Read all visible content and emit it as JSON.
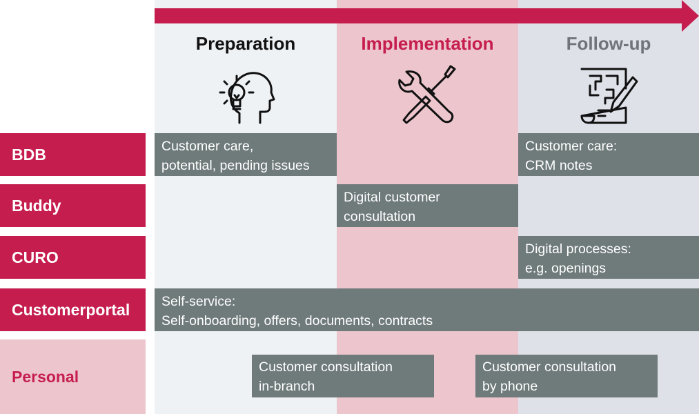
{
  "colors": {
    "accent": "#c51d4e",
    "prep_bg": "#eef2f5",
    "impl_bg": "#edc6cd",
    "follow_bg": "#dfe1e9",
    "box": "#6f7a7b",
    "follow_title": "#707478"
  },
  "phases": {
    "prep": {
      "title": "Preparation",
      "icon": "lightbulb-head-icon"
    },
    "impl": {
      "title": "Implementation",
      "icon": "wrench-screwdriver-icon"
    },
    "follow": {
      "title": "Follow-up",
      "icon": "notes-pencil-icon"
    }
  },
  "rows": {
    "bdb": "BDB",
    "buddy": "Buddy",
    "curo": "CURO",
    "portal": "Customerportal",
    "personal": "Personal"
  },
  "boxes": {
    "bdb_prep": [
      "Customer care,",
      "potential, pending issues"
    ],
    "bdb_follow": [
      "Customer care:",
      "CRM notes"
    ],
    "buddy_impl": [
      "Digital customer",
      "consultation"
    ],
    "curo_follow": [
      "Digital processes:",
      "e.g. openings"
    ],
    "portal": [
      "Self-service:",
      "Self-onboarding, offers, documents, contracts"
    ],
    "personal_branch": [
      "Customer consultation",
      "in-branch"
    ],
    "personal_phone": [
      "Customer consultation",
      "by phone"
    ]
  }
}
